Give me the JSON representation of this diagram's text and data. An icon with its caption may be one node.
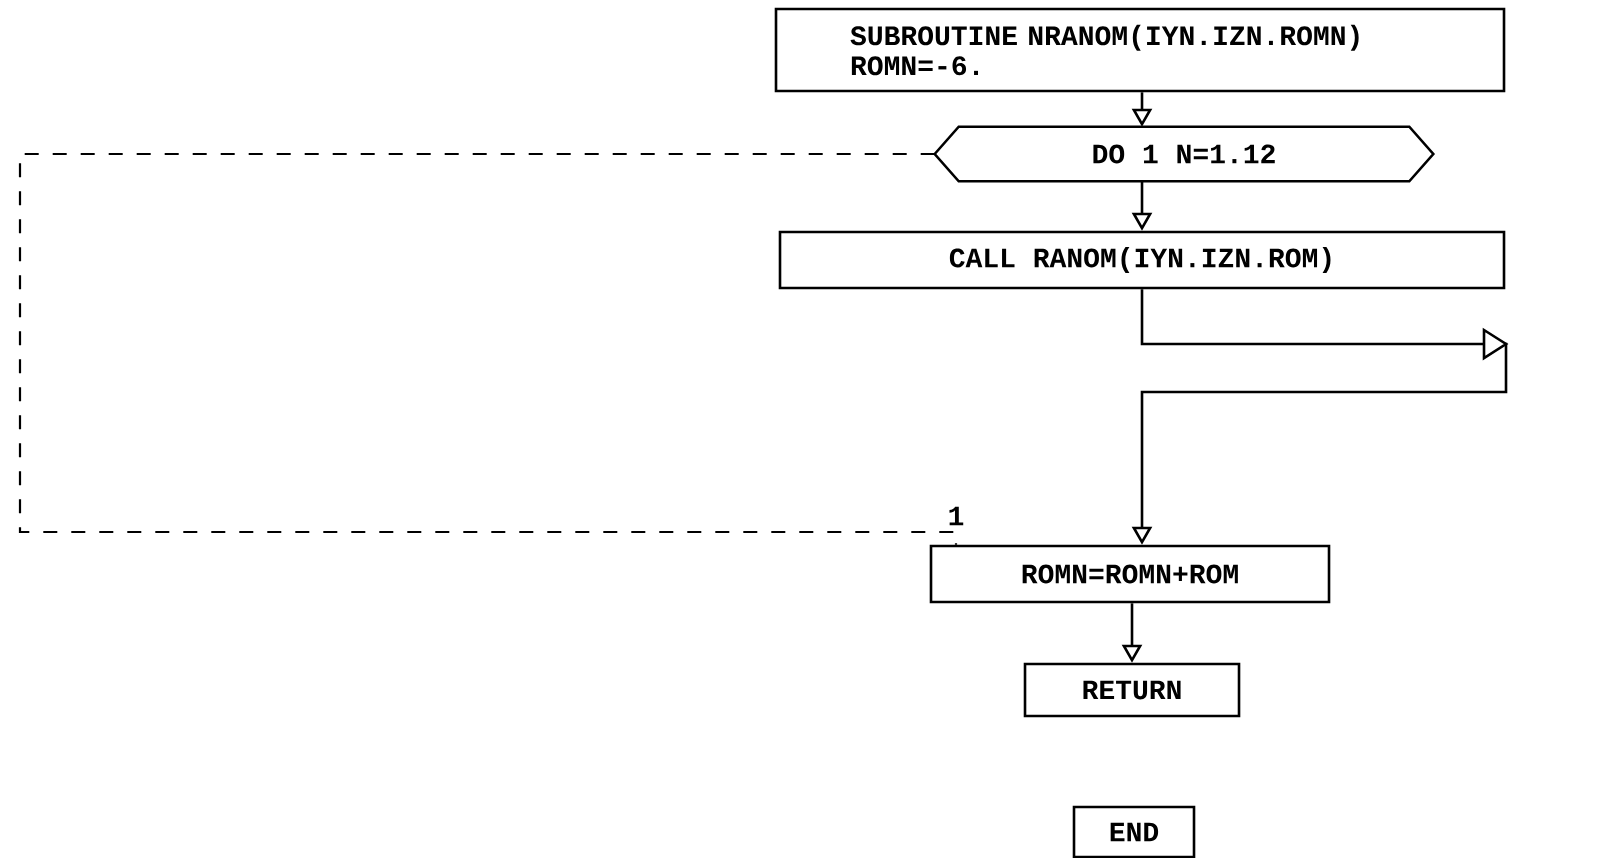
{
  "diagram": {
    "nodes": [
      {
        "text": [
          "SUBROUTINE NRANOM(IYN.IZN.ROMN) ROMN=-6."
        ]
      },
      {
        "text": [
          "DO 1 N=1.12"
        ]
      },
      {
        "text": [
          "CALL RANOM(IYN.IZN.ROM)"
        ]
      },
      {
        "text": [
          "ROMN=ROMN+ROM"
        ]
      },
      {
        "text": [
          "RETURN"
        ]
      },
      {
        "text": [
          "END"
        ]
      }
    ],
    "edges": [
      {
        "from": 0,
        "to": 1,
        "arrow": "to"
      },
      {
        "from": 1,
        "to": 2,
        "arrow": "to"
      },
      {
        "from": 2,
        "to": 3,
        "arrow": "to"
      },
      {
        "from": 1,
        "to": 3,
        "arrow": "none",
        "style": "dashed",
        "label": "1"
      },
      {
        "from": 3,
        "to": 4,
        "arrow": "to"
      }
    ]
  }
}
